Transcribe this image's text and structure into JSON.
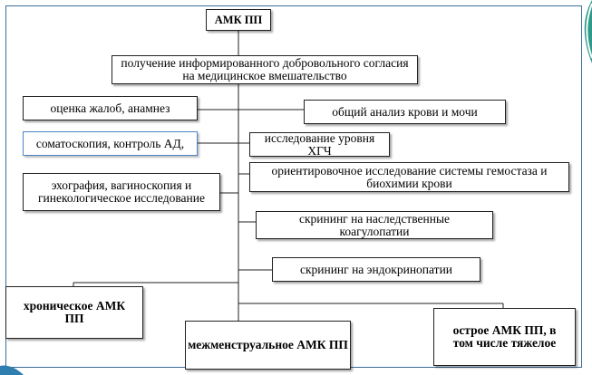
{
  "nodes": {
    "root": "АМК ПП",
    "consent": "получение информированного добровольного согласия на медицинское вмешательство",
    "complaints": "оценка жалоб, анамнез",
    "blood": "общий анализ крови и мочи",
    "somato": "соматоскопия, контроль АД,",
    "hcg": "исследование уровня ХГЧ",
    "echo": "эхография, вагиноскопия и гинекологическое исследование",
    "hemostasis": "ориентировочное исследование системы гемостаза и биохимии крови",
    "coag": "скрининг на наследственные коагулопатии",
    "endo": "скрининг на эндокринопатии",
    "chronic": "хроническое АМК ПП",
    "intermenstrual": "межменструальное АМК ПП",
    "acute": "острое АМК ПП, в том числе тяжелое"
  },
  "colors": {
    "frame": "#3d6f9a",
    "accent_box_border": "#4a86c5"
  }
}
